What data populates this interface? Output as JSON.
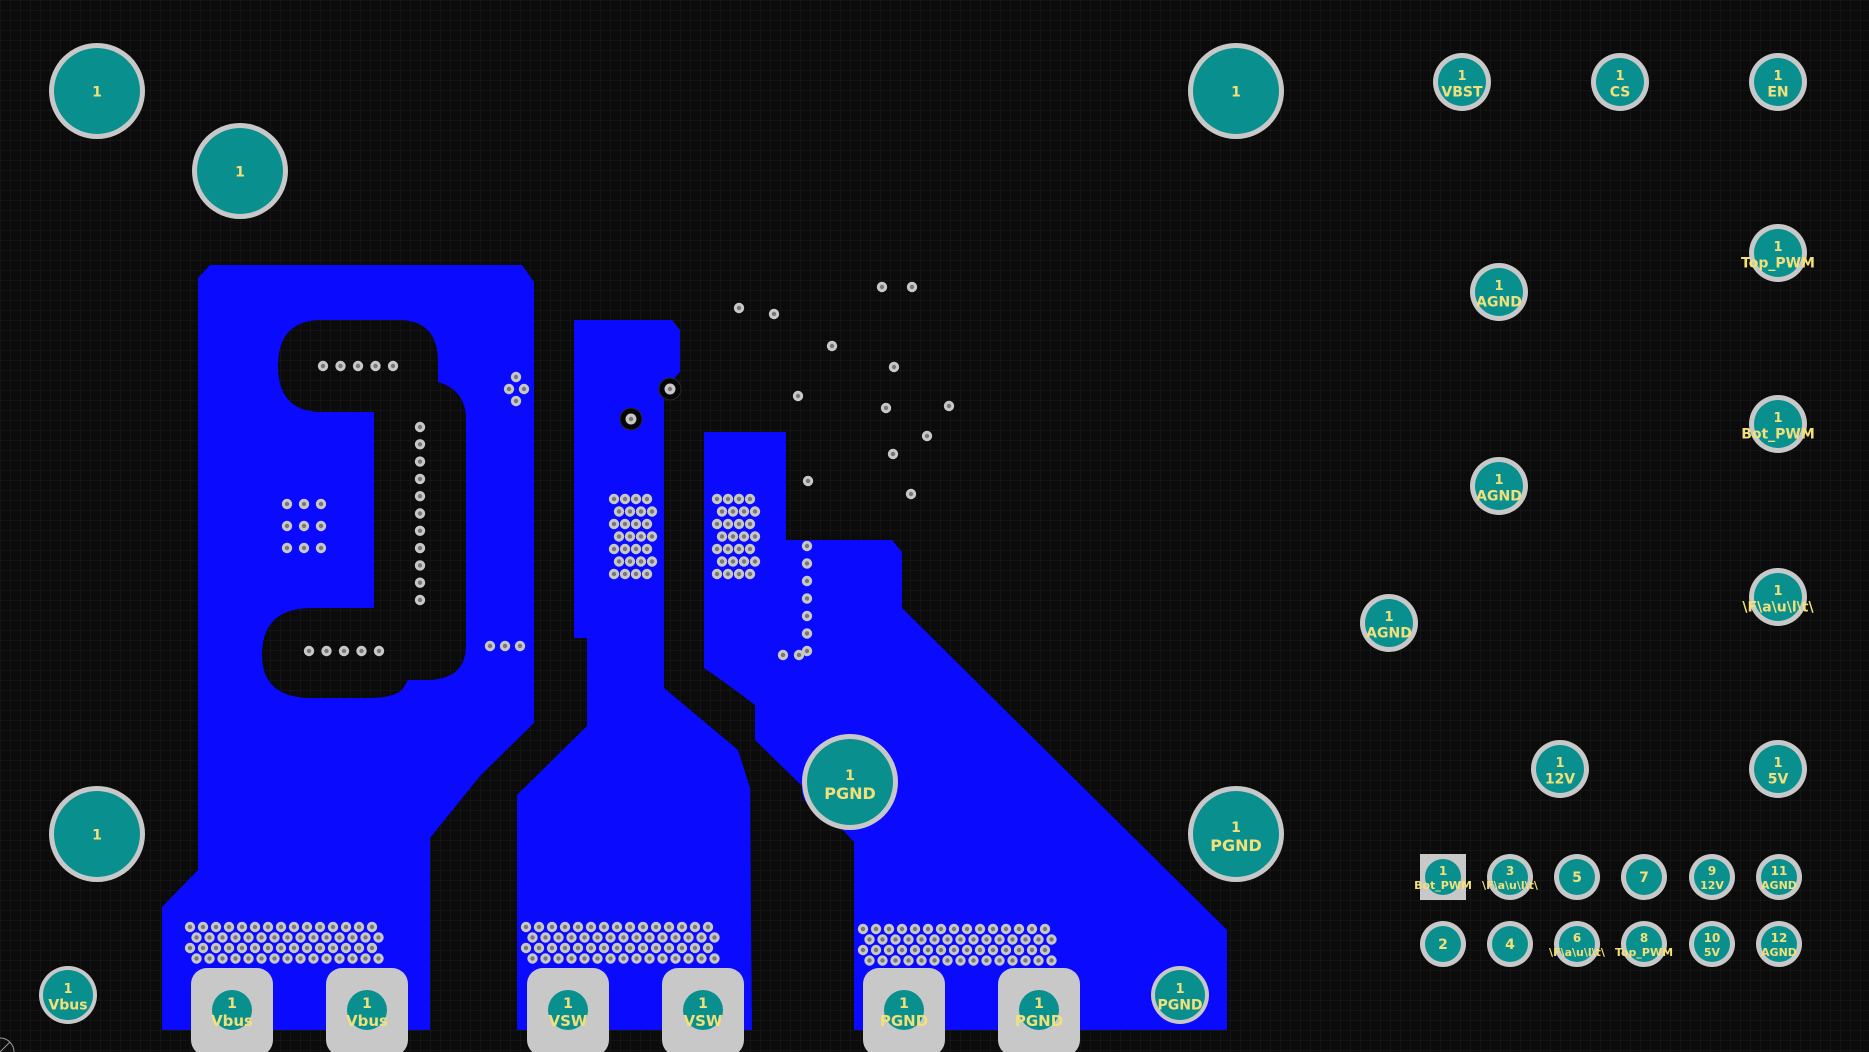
{
  "colors": {
    "background": "#0b0b0b",
    "grid": "#1c1c1c",
    "copper": "#0a0aff",
    "pad_fill": "#0a8f8f",
    "pad_ring": "#c8c8c8",
    "label": "#f2e07a",
    "via_ring": "#c8c8c8",
    "via_hole": "#777777"
  },
  "pads": {
    "mh_tl1": {
      "num": "1",
      "net": ""
    },
    "mh_tl2": {
      "num": "1",
      "net": ""
    },
    "mh_tm": {
      "num": "1",
      "net": ""
    },
    "mh_bl": {
      "num": "1",
      "net": ""
    },
    "mh_pgnd_mid": {
      "num": "1",
      "net": "PGND"
    },
    "mh_pgnd_right": {
      "num": "1",
      "net": "PGND"
    },
    "vbus_small": {
      "num": "1",
      "net": "Vbus"
    },
    "vbus_a": {
      "num": "1",
      "net": "Vbus"
    },
    "vbus_b": {
      "num": "1",
      "net": "Vbus"
    },
    "vsw_a": {
      "num": "1",
      "net": "VSW"
    },
    "vsw_b": {
      "num": "1",
      "net": "VSW"
    },
    "pgnd_a": {
      "num": "1",
      "net": "PGND"
    },
    "pgnd_b": {
      "num": "1",
      "net": "PGND"
    },
    "pgnd_small": {
      "num": "1",
      "net": "PGND"
    },
    "tp_vbst": {
      "num": "1",
      "net": "VBST"
    },
    "tp_cs": {
      "num": "1",
      "net": "CS"
    },
    "tp_en": {
      "num": "1",
      "net": "EN"
    },
    "tp_top_pwm": {
      "num": "1",
      "net": "Top_PWM"
    },
    "tp_agnd1": {
      "num": "1",
      "net": "AGND"
    },
    "tp_bot_pwm": {
      "num": "1",
      "net": "Bot_PWM"
    },
    "tp_agnd2": {
      "num": "1",
      "net": "AGND"
    },
    "tp_fault": {
      "num": "1",
      "net": "\\F\\a\\u\\l\\t\\"
    },
    "tp_agnd3": {
      "num": "1",
      "net": "AGND"
    },
    "tp_12v": {
      "num": "1",
      "net": "12V"
    },
    "tp_5v": {
      "num": "1",
      "net": "5V"
    }
  },
  "header": {
    "pins": [
      {
        "num": "1",
        "net": "Bot_PWM"
      },
      {
        "num": "3",
        "net": "\\F\\a\\u\\l\\t\\"
      },
      {
        "num": "5",
        "net": ""
      },
      {
        "num": "7",
        "net": ""
      },
      {
        "num": "9",
        "net": "12V"
      },
      {
        "num": "11",
        "net": "AGND"
      },
      {
        "num": "2",
        "net": ""
      },
      {
        "num": "4",
        "net": ""
      },
      {
        "num": "6",
        "net": "\\F\\a\\u\\l\\t\\"
      },
      {
        "num": "8",
        "net": "Top_PWM"
      },
      {
        "num": "10",
        "net": "5V"
      },
      {
        "num": "12",
        "net": "AGND"
      }
    ]
  }
}
